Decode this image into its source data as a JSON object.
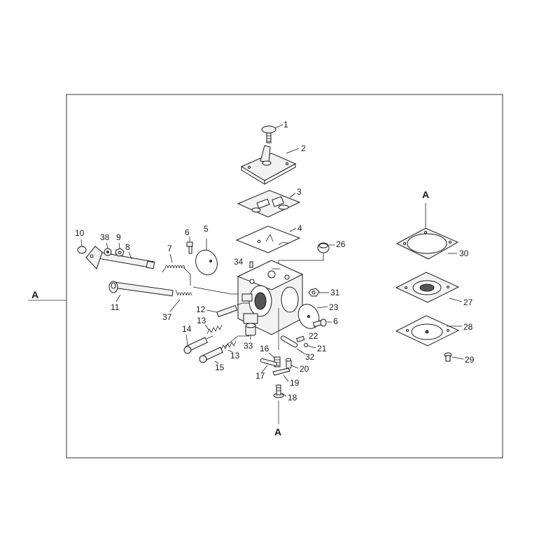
{
  "diagram": {
    "section_ref_left": "A",
    "section_ref_bottom": "A",
    "section_ref_inset": "A",
    "labels": {
      "p1": "1",
      "p2": "2",
      "p3": "3",
      "p4": "4",
      "p5": "5",
      "p6a": "6",
      "p6b": "6",
      "p7": "7",
      "p8": "8",
      "p9": "9",
      "p10": "10",
      "p11": "11",
      "p12": "12",
      "p13a": "13",
      "p13b": "13",
      "p14": "14",
      "p15": "15",
      "p16": "16",
      "p17": "17",
      "p18": "18",
      "p19": "19",
      "p20": "20",
      "p21": "21",
      "p22": "22",
      "p23": "23",
      "p26": "26",
      "p27": "27",
      "p28": "28",
      "p29": "29",
      "p30": "30",
      "p31": "31",
      "p32": "32",
      "p33": "33",
      "p34": "34",
      "p37": "37",
      "p38": "38"
    }
  }
}
